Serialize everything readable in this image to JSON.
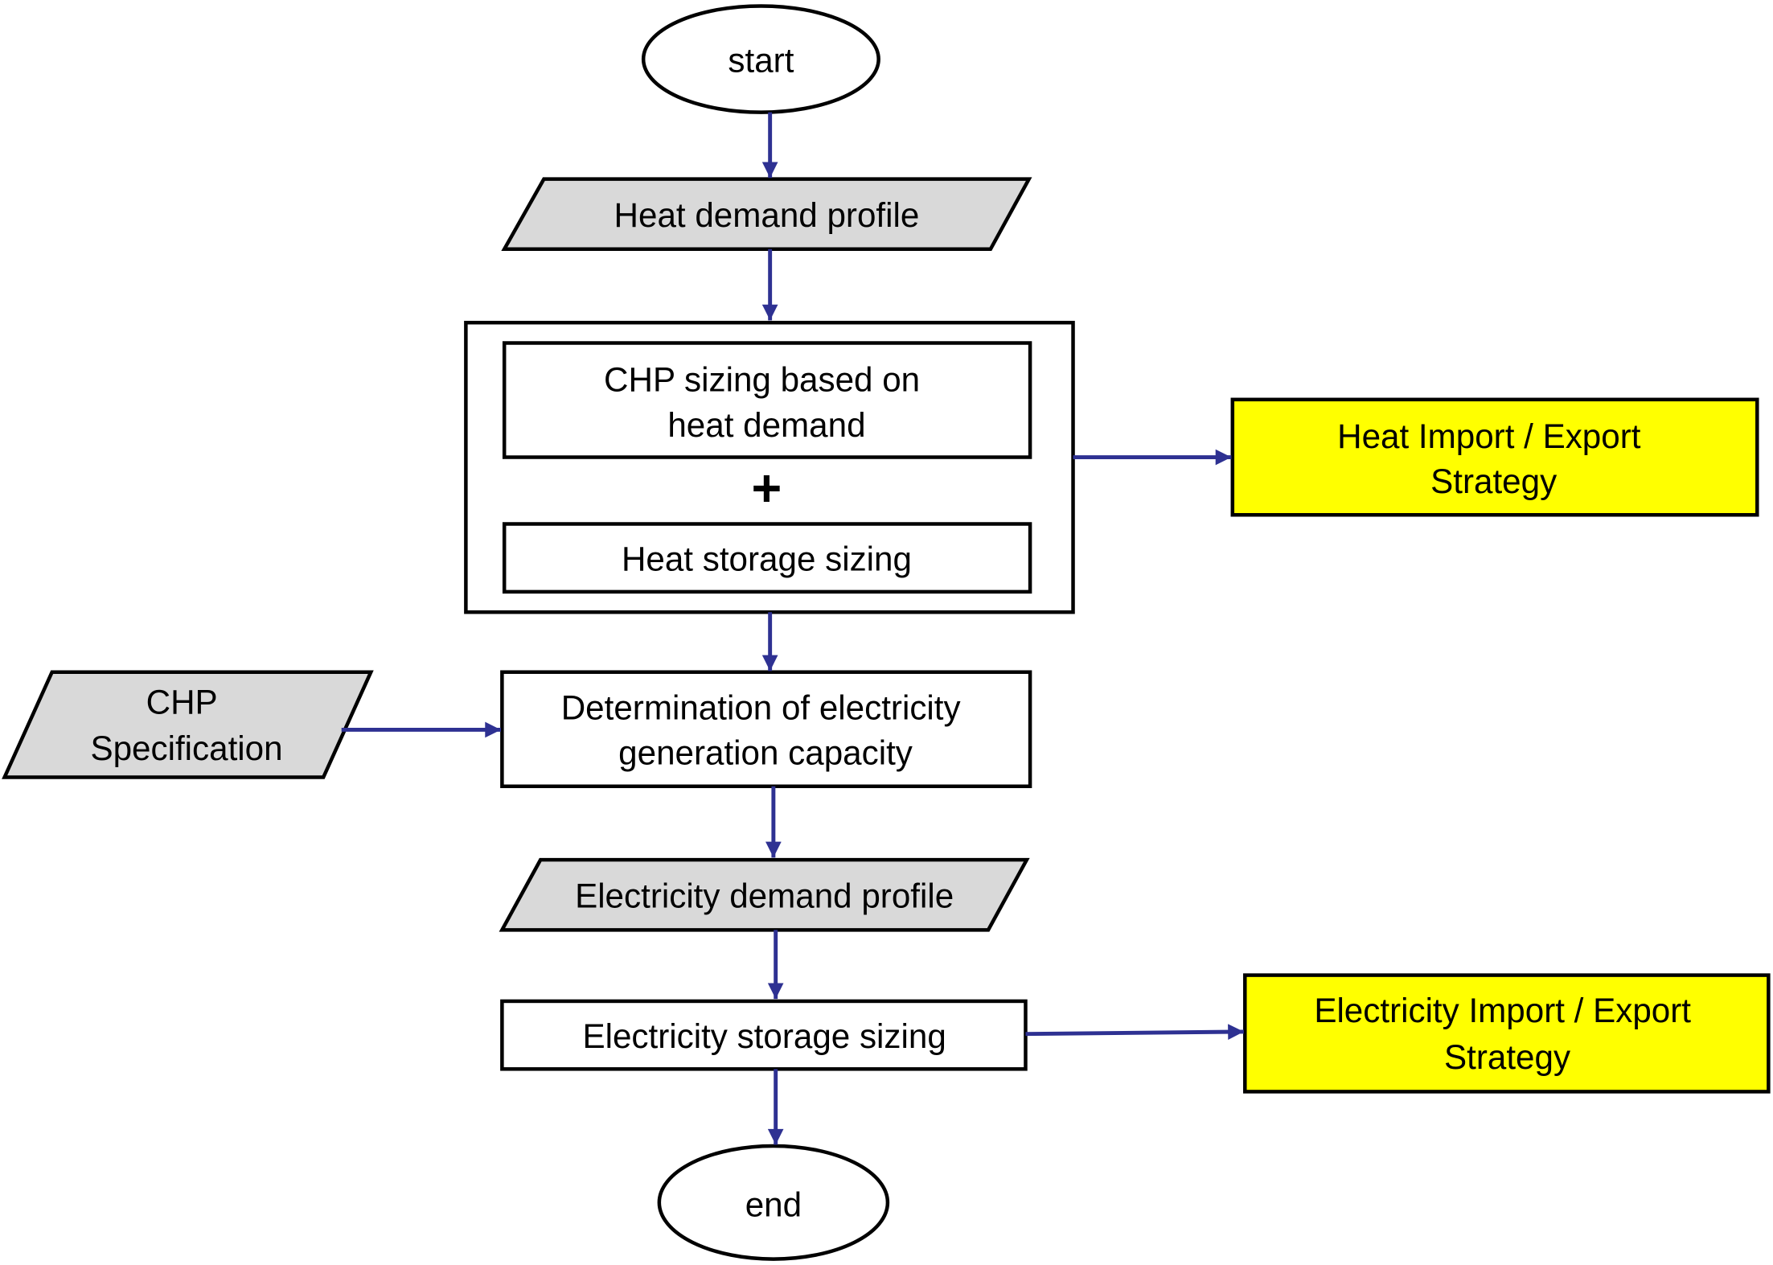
{
  "colors": {
    "arrow": "#2e3192",
    "input_fill": "#d9d9d9",
    "process_fill": "#ffffff",
    "strategy_fill": "#ffff00",
    "terminal_fill": "#ffffff"
  },
  "diagram": {
    "start": "start",
    "heat_demand_profile": "Heat demand profile",
    "chp_sizing": {
      "line1": "CHP sizing based on",
      "line2": "heat demand"
    },
    "plus": "+",
    "heat_storage_sizing": "Heat storage sizing",
    "heat_strategy": {
      "line1": "Heat Import / Export",
      "line2": "Strategy"
    },
    "chp_specification": {
      "line1": "CHP",
      "line2": "Specification"
    },
    "determination": {
      "line1": "Determination of electricity",
      "line2": "generation capacity"
    },
    "electricity_demand_profile": "Electricity demand profile",
    "electricity_storage_sizing": "Electricity storage sizing",
    "electricity_strategy": {
      "line1": "Electricity Import / Export",
      "line2": "Strategy"
    },
    "end": "end"
  }
}
